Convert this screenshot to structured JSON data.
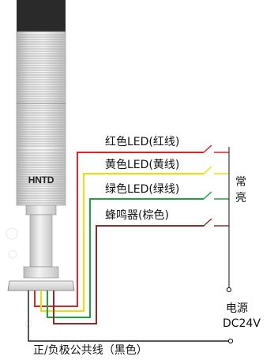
{
  "device": {
    "brand": "HNTD"
  },
  "wires": [
    {
      "label": "红色LED(红线)",
      "color": "#d42a2a"
    },
    {
      "label": "黄色LED(黄线)",
      "color": "#e8e000"
    },
    {
      "label": "绿色LED(绿线)",
      "color": "#18a83a"
    },
    {
      "label": "蜂鸣器(棕色)",
      "color": "#8b2a2a"
    }
  ],
  "mode": {
    "char1": "常",
    "char2": "亮"
  },
  "power": {
    "line1": "电源",
    "line2": "DC24V"
  },
  "common": {
    "label": "正/负极公共线（黑色）"
  }
}
